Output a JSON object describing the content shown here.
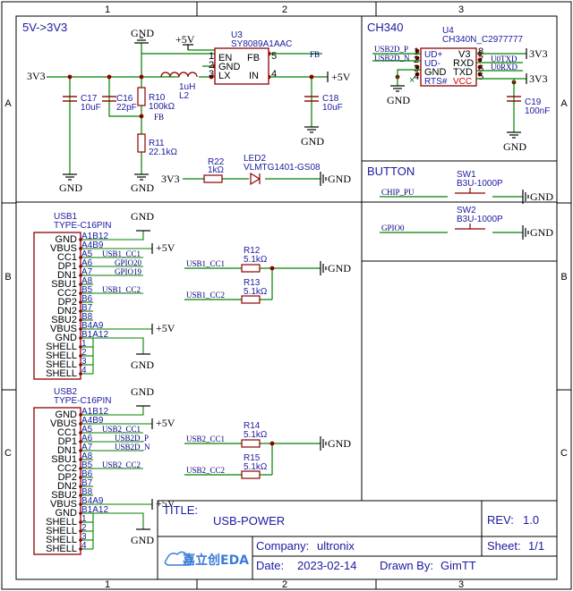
{
  "frame": {
    "cols": [
      "1",
      "2",
      "3"
    ],
    "rows": [
      "A",
      "B",
      "C"
    ]
  },
  "sections": {
    "reg": "5V->3V3",
    "ch340": "CH340",
    "button": "BUTTON"
  },
  "u3": {
    "ref": "U3",
    "part": "SY8089A1AAC",
    "pins": [
      "EN",
      "GND",
      "LX",
      "FB",
      "IN"
    ],
    "nums": [
      "1",
      "2",
      "3",
      "5",
      "4"
    ]
  },
  "u4": {
    "ref": "U4",
    "part": "CH340N_C2977777",
    "left": [
      "UD+",
      "UD-",
      "GND",
      "RTS#"
    ],
    "right": [
      "V3",
      "RXD",
      "TXD",
      "VCC"
    ],
    "lnums": [
      "1",
      "2",
      "3",
      "4"
    ],
    "rnums": [
      "8",
      "7",
      "6",
      "5"
    ]
  },
  "parts": {
    "c17": [
      "C17",
      "10uF"
    ],
    "c16": [
      "C16",
      "22pF"
    ],
    "r10": [
      "R10",
      "100kΩ"
    ],
    "r11": [
      "R11",
      "22.1kΩ"
    ],
    "l2": [
      "1uH",
      "L2"
    ],
    "c18": [
      "C18",
      "10uF"
    ],
    "c19": [
      "C19",
      "100nF"
    ],
    "r22": [
      "R22",
      "1kΩ"
    ],
    "led2": [
      "LED2",
      "VLMTG1401-GS08"
    ],
    "r12": [
      "R12",
      "5.1kΩ"
    ],
    "r13": [
      "R13",
      "5.1kΩ"
    ],
    "r14": [
      "R14",
      "5.1kΩ"
    ],
    "r15": [
      "R15",
      "5.1kΩ"
    ],
    "sw1": [
      "SW1",
      "B3U-1000P"
    ],
    "sw2": [
      "SW2",
      "B3U-1000P"
    ]
  },
  "nets": {
    "v33": "3V3",
    "v5": "+5V",
    "fb": "FB",
    "gnd": "GND",
    "ud_p": "USB2D_P",
    "ud_n": "USB2D_N",
    "u0txd": "U0TXD",
    "u0rxd": "U0RXD",
    "chip_pu": "CHIP_PU",
    "gpio0": "GPIO0",
    "gpio20": "GPIO20",
    "gpio19": "GPIO19",
    "usb1_cc1": "USB1_CC1",
    "usb1_cc2": "USB1_CC2",
    "usb2_cc1": "USB2_CC1",
    "usb2_cc2": "USB2_CC2"
  },
  "usb1": {
    "ref": "USB1",
    "part": "TYPE-C16PIN",
    "pins": [
      "GND",
      "VBUS",
      "CC1",
      "DP1",
      "DN1",
      "SBU1",
      "CC2",
      "DP2",
      "DN2",
      "SBU2",
      "VBUS",
      "GND",
      "SHELL",
      "SHELL",
      "SHELL",
      "SHELL"
    ],
    "nums": [
      "A1B12",
      "A4B9",
      "A5",
      "A6",
      "A7",
      "A8",
      "B5",
      "B6",
      "B7",
      "B8",
      "B4A9",
      "B1A12",
      "1",
      "2",
      "3",
      "4"
    ]
  },
  "usb2": {
    "ref": "USB2",
    "part": "TYPE-C16PIN",
    "pins": [
      "GND",
      "VBUS",
      "CC1",
      "DP1",
      "DN1",
      "SBU1",
      "CC2",
      "DP2",
      "DN2",
      "SBU2",
      "VBUS",
      "GND",
      "SHELL",
      "SHELL",
      "SHELL",
      "SHELL"
    ],
    "nums": [
      "A1B12",
      "A4B9",
      "A5",
      "A6",
      "A7",
      "A8",
      "B5",
      "B6",
      "B7",
      "B8",
      "B4A9",
      "B1A12",
      "1",
      "2",
      "3",
      "4"
    ]
  },
  "title_block": {
    "title_label": "TITLE:",
    "title": "USB-POWER",
    "rev_label": "REV:",
    "rev": "1.0",
    "company_label": "Company:",
    "company": "ultronix",
    "sheet_label": "Sheet:",
    "sheet": "1/1",
    "date_label": "Date:",
    "date": "2023-02-14",
    "drawn_label": "Drawn By:",
    "drawn": "GimTT",
    "logo": "嘉立创EDA"
  },
  "colors": {
    "wire": "#008000",
    "comp": "#8b0000",
    "text": "#1a1aa0",
    "net": "#000080",
    "frame": "#000"
  }
}
